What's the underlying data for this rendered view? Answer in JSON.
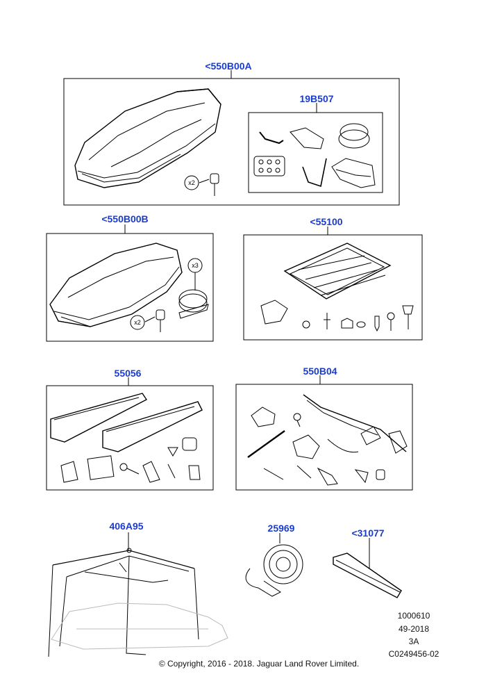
{
  "groups": [
    {
      "part": "<550B00A",
      "qty": "x2"
    },
    {
      "part": "19B507"
    },
    {
      "part": "<550B00B",
      "qty_keys": "x2",
      "qty_tape": "x3"
    },
    {
      "part": "<55100"
    },
    {
      "part": "55056"
    },
    {
      "part": "550B04"
    },
    {
      "part": "406A95"
    },
    {
      "part": "25969"
    },
    {
      "part": "<31077"
    }
  ],
  "reference": {
    "line1": "1000610",
    "line2": "49-2018",
    "line3": "3A",
    "line4": "C0249456-02"
  },
  "copyright": "© Copyright, 2016 - 2018. Jaguar Land Rover Limited."
}
